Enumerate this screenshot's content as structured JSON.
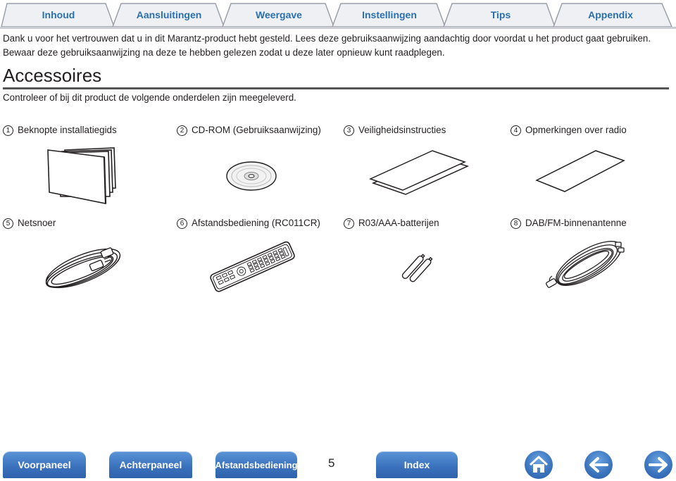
{
  "tabs": [
    "Inhoud",
    "Aansluitingen",
    "Weergave",
    "Instellingen",
    "Tips",
    "Appendix"
  ],
  "intro": {
    "line1": "Dank u voor het vertrouwen dat u in dit Marantz-product hebt gesteld. Lees deze gebruiksaanwijzing aandachtig door voordat u het product gaat gebruiken.",
    "line2": "Bewaar deze gebruiksaanwijzing na deze te hebben gelezen zodat u deze later opnieuw kunt raadplegen."
  },
  "section": {
    "title": "Accessoires",
    "subtitle": "Controleer of bij dit product de volgende onderdelen zijn meegeleverd."
  },
  "items": [
    {
      "num": "1",
      "label": "Beknopte installatiegids",
      "icon": "quick-guide-booklet-icon"
    },
    {
      "num": "2",
      "label": "CD-ROM (Gebruiksaanwijzing)",
      "icon": "cd-rom-icon"
    },
    {
      "num": "3",
      "label": "Veiligheidsinstructies",
      "icon": "safety-instructions-sheet-icon"
    },
    {
      "num": "4",
      "label": "Opmerkingen over radio",
      "icon": "radio-notes-sheet-icon"
    },
    {
      "num": "5",
      "label": "Netsnoer",
      "icon": "power-cord-icon"
    },
    {
      "num": "6",
      "label": "Afstandsbediening (RC011CR)",
      "icon": "remote-control-icon"
    },
    {
      "num": "7",
      "label": "R03/AAA-batterijen",
      "icon": "batteries-icon"
    },
    {
      "num": "8",
      "label": "DAB/FM-binnenantenne",
      "icon": "antenna-icon"
    }
  ],
  "footer": {
    "front": "Voorpaneel",
    "rear": "Achterpaneel",
    "remote": "Afstandsbediening",
    "page": "5",
    "index": "Index"
  },
  "colors": {
    "accent": "#2a6fb0",
    "button": "#3c73be"
  }
}
